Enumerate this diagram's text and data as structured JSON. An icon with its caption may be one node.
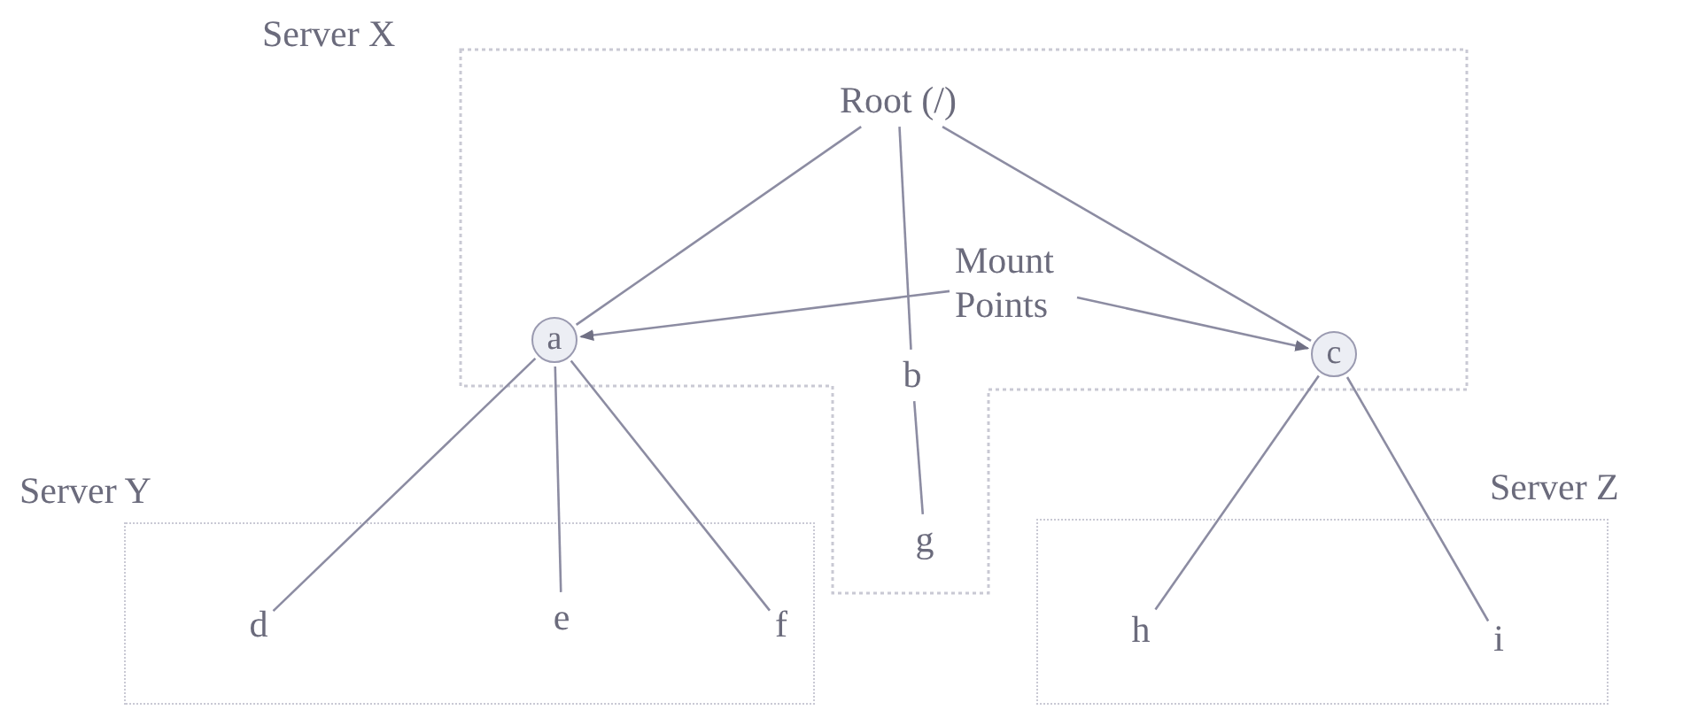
{
  "diagram": {
    "nodes": [
      {
        "text": [
          "Server X"
        ]
      },
      {
        "text": [
          "Root (/)"
        ],
        "in": 0
      },
      {
        "text": [
          "a"
        ],
        "in": 0
      },
      {
        "text": [
          "b"
        ],
        "in": 0
      },
      {
        "text": [
          "c"
        ],
        "in": 0
      },
      {
        "text": [
          "g"
        ],
        "in": 0
      },
      {
        "text": [
          "Mount Points"
        ],
        "in": 0
      },
      {
        "text": [
          "Server Y"
        ]
      },
      {
        "text": [
          "d"
        ],
        "in": 7
      },
      {
        "text": [
          "e"
        ],
        "in": 7
      },
      {
        "text": [
          "f"
        ],
        "in": 7
      },
      {
        "text": [
          "Server Z"
        ]
      },
      {
        "text": [
          "h"
        ],
        "in": 11
      },
      {
        "text": [
          "i"
        ],
        "in": 11
      }
    ],
    "edges": [
      {
        "from": 1,
        "to": 2,
        "arrow": "none"
      },
      {
        "from": 1,
        "to": 3,
        "arrow": "none"
      },
      {
        "from": 1,
        "to": 4,
        "arrow": "none"
      },
      {
        "from": 3,
        "to": 5,
        "arrow": "none"
      },
      {
        "from": 6,
        "to": 2,
        "arrow": "to"
      },
      {
        "from": 6,
        "to": 4,
        "arrow": "to"
      },
      {
        "from": 2,
        "to": 8,
        "arrow": "none"
      },
      {
        "from": 2,
        "to": 9,
        "arrow": "none"
      },
      {
        "from": 2,
        "to": 10,
        "arrow": "none"
      },
      {
        "from": 4,
        "to": 12,
        "arrow": "none"
      },
      {
        "from": 4,
        "to": 13,
        "arrow": "none"
      }
    ]
  }
}
